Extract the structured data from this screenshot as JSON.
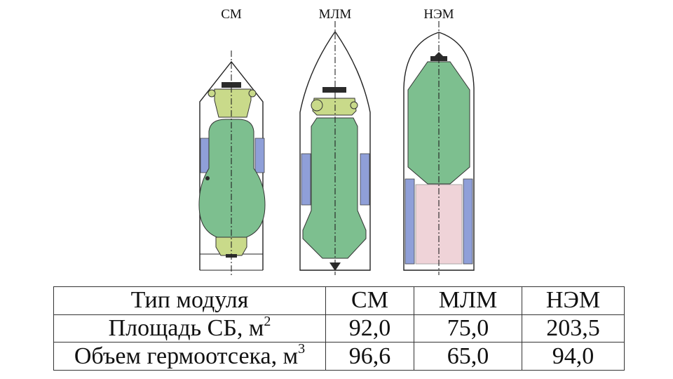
{
  "modules": [
    {
      "id": "sm",
      "label": "СМ"
    },
    {
      "id": "mlm",
      "label": "МЛМ"
    },
    {
      "id": "nem",
      "label": "НЭМ"
    }
  ],
  "table": {
    "header": {
      "label": "Тип модуля",
      "values": [
        "СМ",
        "МЛМ",
        "НЭМ"
      ]
    },
    "rows": [
      {
        "label": "Площадь СБ, м",
        "sup": "2",
        "values": [
          "92,0",
          "75,0",
          "203,5"
        ]
      },
      {
        "label": "Объем гермоотсека, м",
        "sup": "3",
        "values": [
          "96,6",
          "65,0",
          "94,0"
        ]
      }
    ]
  },
  "colors": {
    "pressurized_volume": "#7dbf8f",
    "docking_node": "#c9da8a",
    "solar_panel": "#8f9fd8",
    "unpressurized": "#efd3d8"
  }
}
